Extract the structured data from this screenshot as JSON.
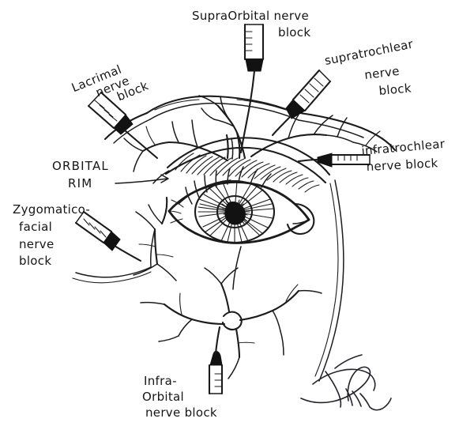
{
  "figure": {
    "title": "Periorbital nerve block diagram",
    "medium": "hand-drawn ink sketch",
    "background_color": "#ffffff",
    "ink_color": "#1b1b1b"
  },
  "labels": {
    "supraorbital": {
      "line1": "SupraOrbital  nerve",
      "line2": "block",
      "name": "supraorbital-nerve-block-label"
    },
    "lacrimal": {
      "line1": "Lacrimal",
      "line2": "nerve",
      "line3": "block",
      "name": "lacrimal-nerve-block-label"
    },
    "supratrochlear": {
      "line1": "supratrochlear",
      "line2": "nerve",
      "line3": "block",
      "name": "supratrochlear-nerve-block-label"
    },
    "infratrochlear": {
      "line1": "infratrochlear",
      "line2": "nerve block",
      "name": "infratrochlear-nerve-block-label"
    },
    "orbital_rim": {
      "line1": "ORBITAL",
      "line2": "RIM",
      "name": "orbital-rim-label"
    },
    "zygomaticofacial": {
      "line1": "Zygomatico-",
      "line2": "facial",
      "line3": "nerve",
      "line4": "block",
      "name": "zygomaticofacial-nerve-block-label"
    },
    "infraorbital": {
      "line1": "Infra-",
      "line2": "Orbital",
      "line3": "nerve  block",
      "name": "infraorbital-nerve-block-label"
    }
  },
  "annotations": {
    "signature": "artist signature (cursive, illegible)",
    "orbital_rim_arrow": "arrow pointing right toward orbital rim"
  },
  "elements": {
    "eye": "eye with iris, pupil, lashes and caruncle",
    "eyebrow": "hatched eyebrow above orbital rim",
    "syringes": [
      "supraorbital-syringe",
      "lacrimal-syringe",
      "supratrochlear-syringe",
      "infratrochlear-syringe",
      "zygomaticofacial-syringe",
      "infraorbital-syringe"
    ],
    "nerve_branches": "branching nerve lines across forehead, temple and cheek",
    "face_contour": "long curved cheek and jaw contour on the right"
  }
}
